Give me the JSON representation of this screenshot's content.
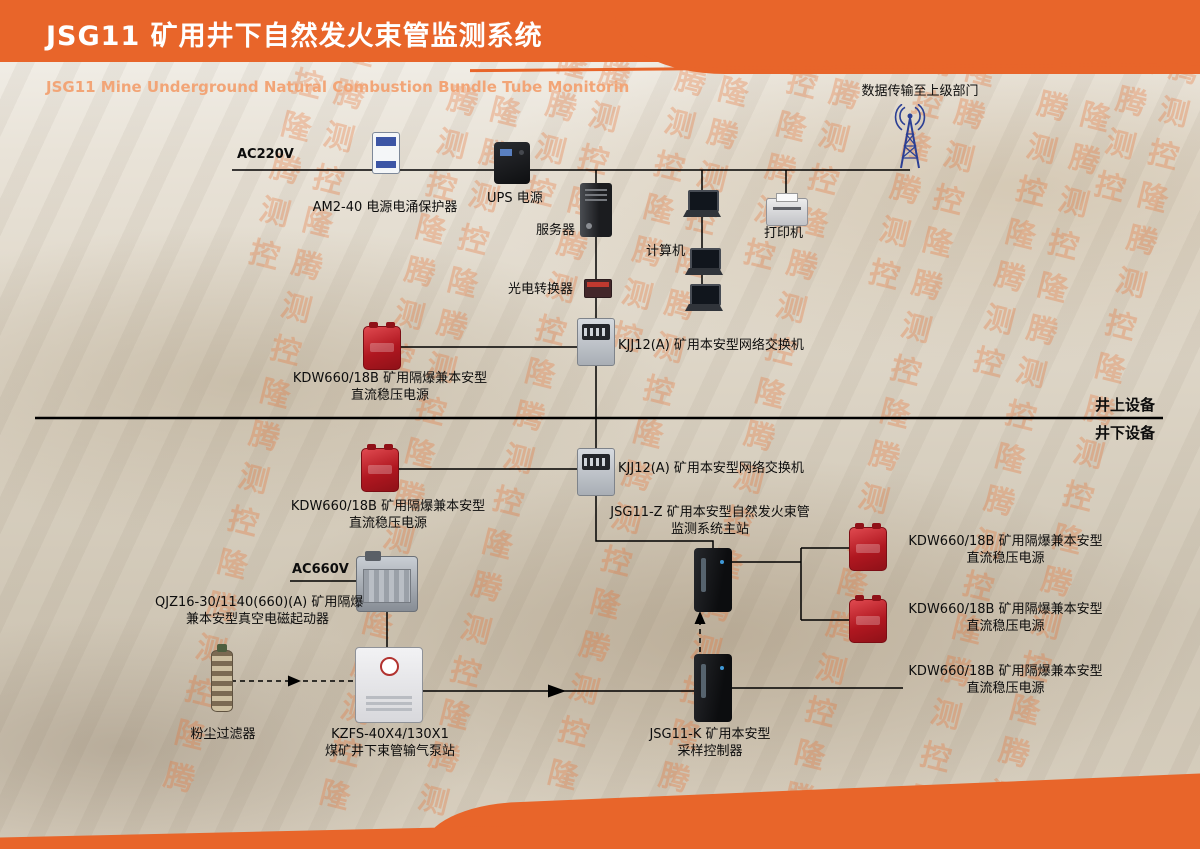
{
  "header": {
    "title": "JSG11 矿用井下自然发火束管监测系统",
    "subtitle": "JSG11 Mine Underground Natural Combustion Bundle Tube Monitorin"
  },
  "watermark": "隆腾测控",
  "colors": {
    "accent_orange": "#e8652a",
    "device_red": "#c4232b",
    "antenna_blue": "#2b3f94",
    "line_black": "#000000"
  },
  "zones": {
    "surface": "井上设备",
    "underground": "井下设备"
  },
  "nodes": {
    "uplink": "数据传输至上级部门",
    "ac220v": "AC220V",
    "ac660v": "AC660V",
    "surge_protector": "AM2-40 电源电涌保护器",
    "ups": "UPS 电源",
    "server": "服务器",
    "computer": "计算机",
    "printer": "打印机",
    "optical_converter": "光电转换器",
    "network_switch": "KJJ12(A) 矿用本安型网络交换机",
    "psu": {
      "line1": "KDW660/18B 矿用隔爆兼本安型",
      "line2": "直流稳压电源"
    },
    "main_station": {
      "line1": "JSG11-Z 矿用本安型自然发火束管",
      "line2": "监测系统主站"
    },
    "starter": {
      "line1": "QJZ16-30/1140(660)(A) 矿用隔爆",
      "line2": "兼本安型真空电磁起动器"
    },
    "dust_filter": "粉尘过滤器",
    "pump_station": {
      "line1": "KZFS-40X4/130X1",
      "line2": "煤矿井下束管输气泵站"
    },
    "sampling_controller": {
      "line1": "JSG11-K 矿用本安型",
      "line2": "采样控制器"
    }
  }
}
